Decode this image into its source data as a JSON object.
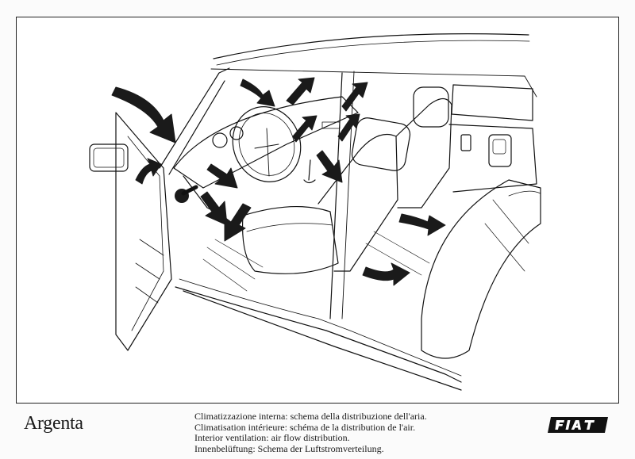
{
  "model_name": "Argenta",
  "captions": [
    "Climatizzazione interna: schema della distribuzione dell'aria.",
    "Climatisation intérieure: schéma de la distribution de l'air.",
    "Interior ventilation: air flow distribution.",
    "Innenbelüftung: Schema der Luftstromverteilung."
  ],
  "brand_logo": "FIAT",
  "colors": {
    "ink": "#111111",
    "paper": "#ffffff",
    "arrow_fill": "#1a1a1a"
  }
}
